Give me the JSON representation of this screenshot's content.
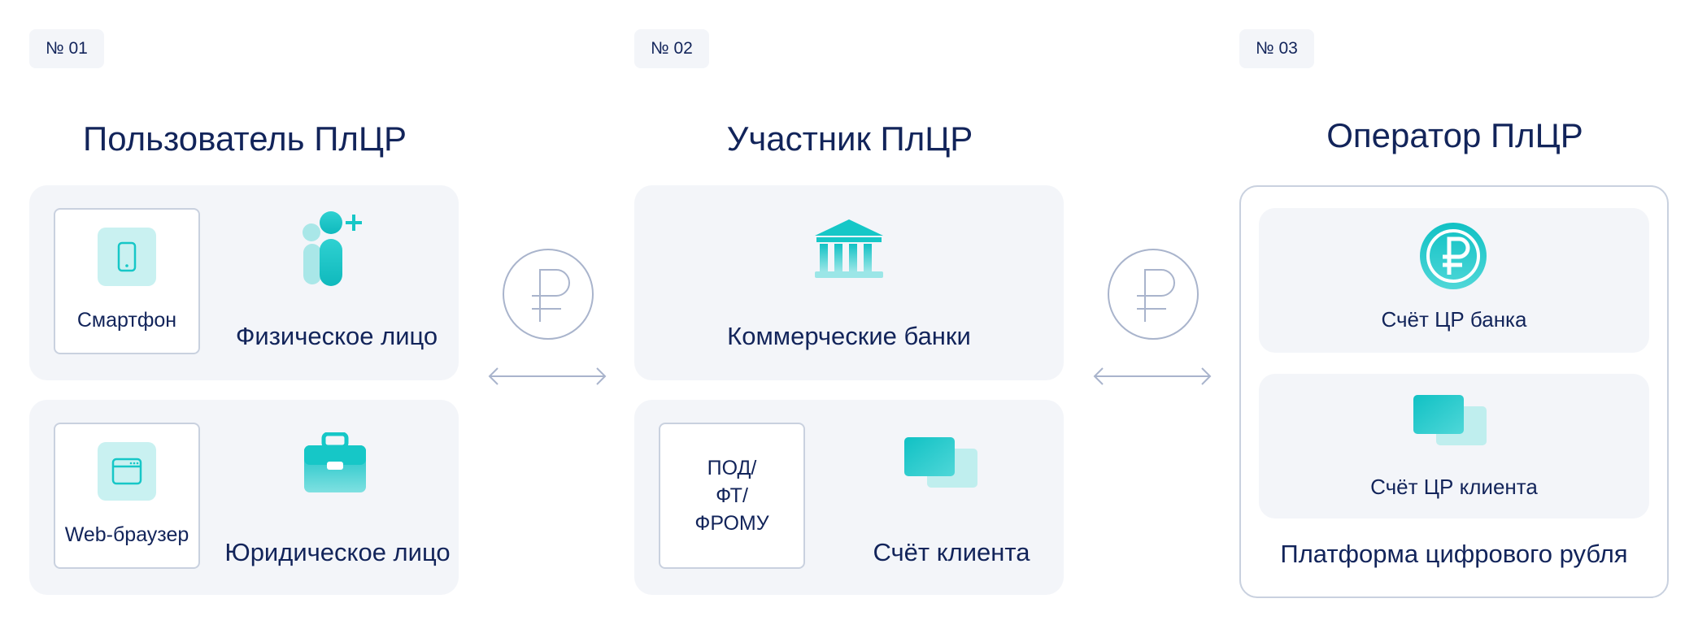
{
  "columns": [
    {
      "badge": "№ 01",
      "title": "Пользователь ПлЦР",
      "rows": [
        {
          "card_label": "Смартфон",
          "card_icon": "smartphone-icon",
          "entity_label": "Физическое лицо",
          "entity_icon": "person-add-icon"
        },
        {
          "card_label": "Web-браузер",
          "card_icon": "browser-window-icon",
          "entity_label": "Юридическое лицо",
          "entity_icon": "briefcase-icon"
        }
      ]
    },
    {
      "badge": "№ 02",
      "title": "Участник ПлЦР",
      "rows": [
        {
          "entity_label": "Коммерческие банки",
          "entity_icon": "bank-building-icon"
        },
        {
          "card_lines": [
            "ПОД/",
            "ФТ/",
            "ФРОМУ"
          ],
          "entity_label": "Счёт клиента",
          "entity_icon": "accounts-icon"
        }
      ]
    },
    {
      "badge": "№ 03",
      "title": "Оператор ПлЦР",
      "sections": [
        {
          "label": "Счёт ЦР банка",
          "icon": "ruble-coin-icon"
        },
        {
          "label": "Счёт ЦР клиента",
          "icon": "accounts-icon"
        }
      ],
      "footer": "Платформа цифрового рубля"
    }
  ],
  "connectors": [
    {
      "icon": "ruble-sign-icon",
      "arrow": "double-arrow-icon"
    },
    {
      "icon": "ruble-sign-icon",
      "arrow": "double-arrow-icon"
    }
  ],
  "colors": {
    "navy": "#12245a",
    "panel": "#f3f5f9",
    "border": "#c9d1df",
    "teal": "#16c7c7",
    "teal_light": "#c9f1f1",
    "connector": "#a9b4cc"
  }
}
